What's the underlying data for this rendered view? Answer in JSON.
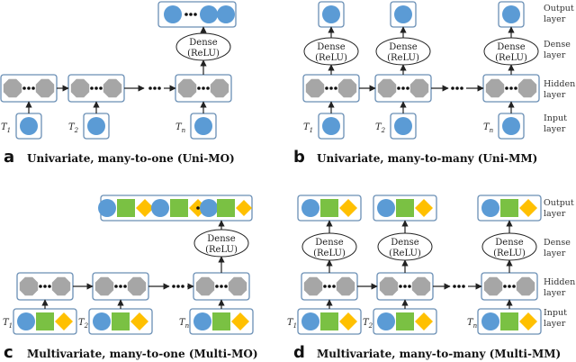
{
  "panels": [
    {
      "letter": "a",
      "caption": "Univariate, many-to-one (Uni-MO)"
    },
    {
      "letter": "b",
      "caption": "Univariate, many-to-many (Uni-MM)"
    },
    {
      "letter": "c",
      "caption": "Multivariate, many-to-one (Multi-MO)"
    },
    {
      "letter": "d",
      "caption": "Multivariate, many-to-many (Multi-MM)"
    }
  ],
  "dense": {
    "line1": "Dense",
    "line2": "(ReLU)"
  },
  "time_labels": [
    {
      "base": "T",
      "sub": "1"
    },
    {
      "base": "T",
      "sub": "2"
    },
    {
      "base": "T",
      "sub": "n"
    }
  ],
  "layer_labels": {
    "output": [
      "Output",
      "layer"
    ],
    "dense": [
      "Dense",
      "layer"
    ],
    "hidden": [
      "Hidden",
      "layer"
    ],
    "input": [
      "Input",
      "layer"
    ]
  },
  "ellipsis": "•••",
  "colors": {
    "circle": "#5b9bd5",
    "square": "#7ac143",
    "diamond": "#ffc000",
    "octagon": "#a6a6a6",
    "box_stroke": "#6a8fb5",
    "line": "#222222"
  }
}
